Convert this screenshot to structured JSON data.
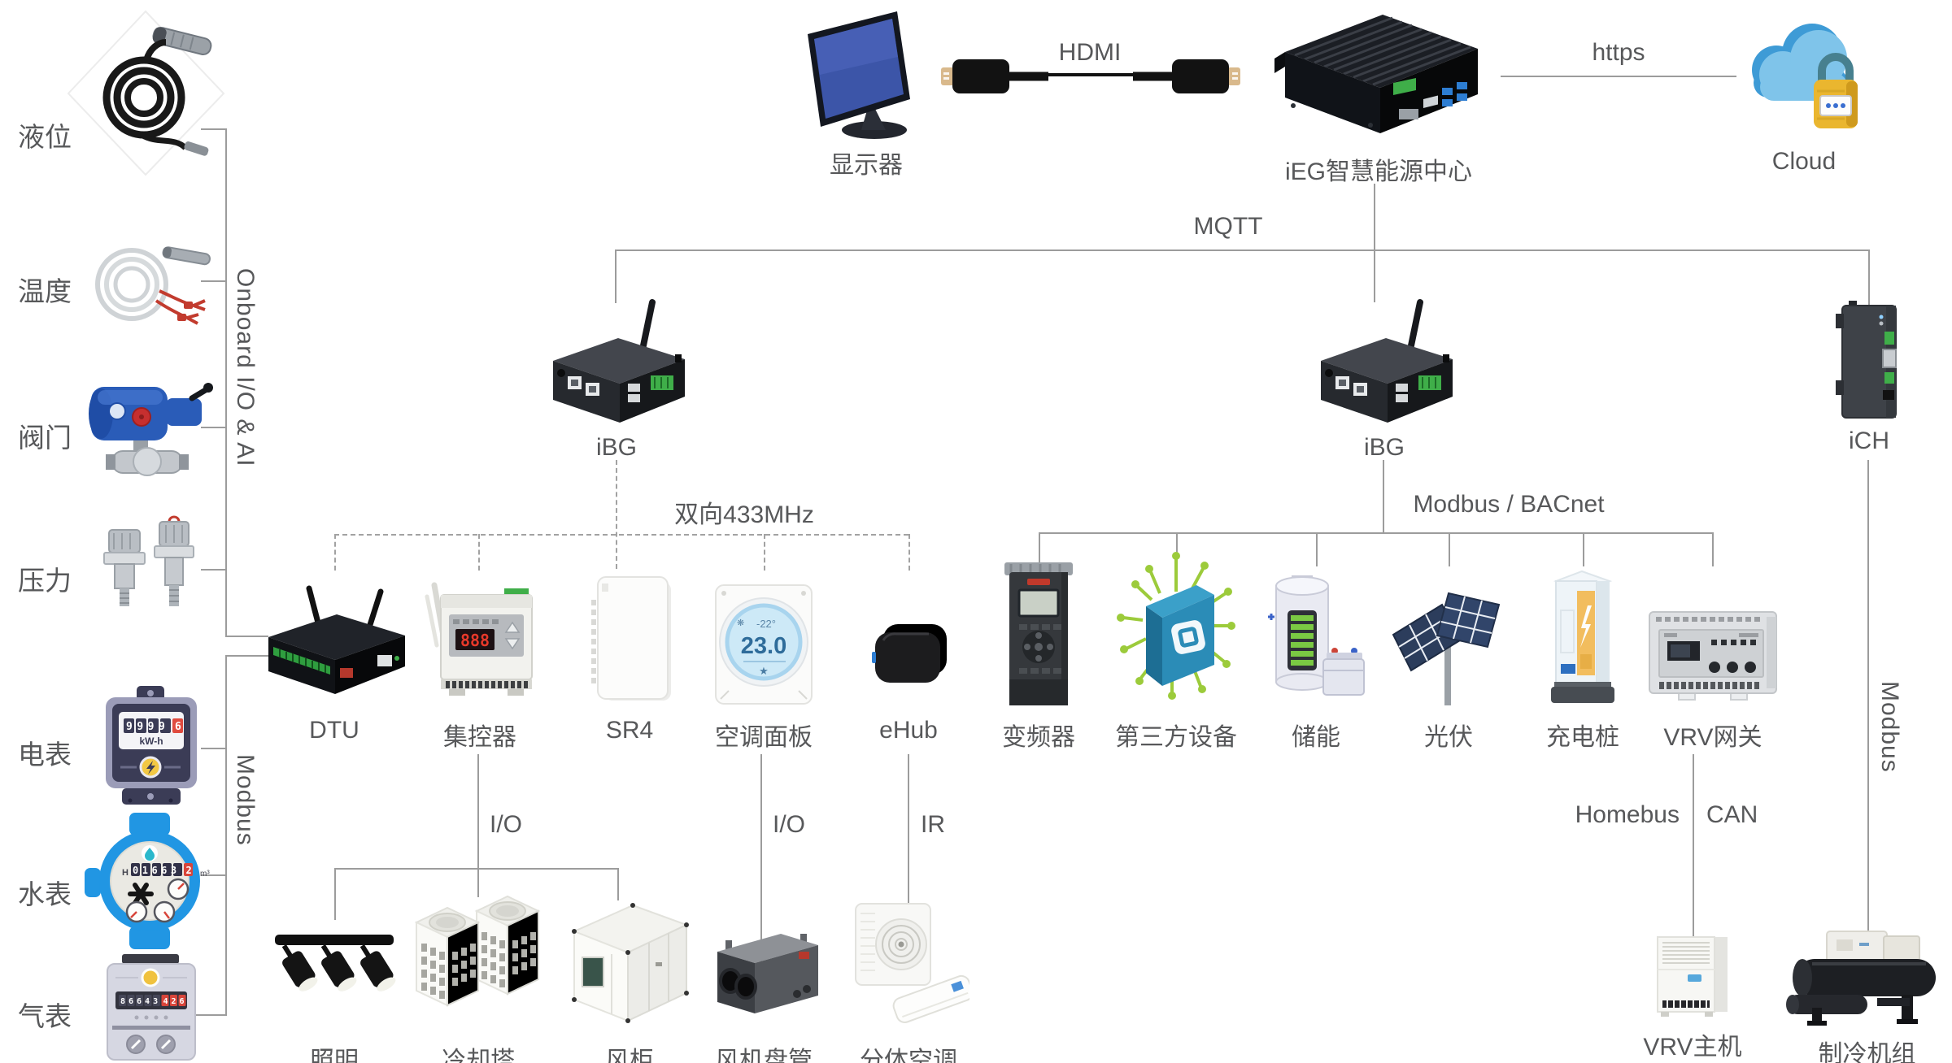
{
  "top_row": {
    "monitor": {
      "label": "显示器"
    },
    "hdmi_link": {
      "label": "HDMI"
    },
    "energy_center": {
      "label": "iEG智慧能源中心"
    },
    "https_link": {
      "label": "https"
    },
    "cloud": {
      "label": "Cloud"
    }
  },
  "backbone": {
    "mqtt_label": "MQTT",
    "ibg_left": {
      "label": "iBG"
    },
    "ibg_right": {
      "label": "iBG"
    },
    "ich": {
      "label": "iCH"
    }
  },
  "left_panel": {
    "onboard_bus_label": "Onboard I/O & AI",
    "modbus_bus_label": "Modbus",
    "sensors": [
      {
        "label": "液位"
      },
      {
        "label": "温度"
      },
      {
        "label": "阀门"
      },
      {
        "label": "压力"
      },
      {
        "label": "电表"
      },
      {
        "label": "水表"
      },
      {
        "label": "气表"
      }
    ]
  },
  "rf_link": {
    "label": "双向433MHz"
  },
  "field_link": {
    "label": "Modbus / BACnet"
  },
  "right_link": {
    "label": "Modbus"
  },
  "middle_devices": [
    {
      "label": "DTU"
    },
    {
      "label": "集控器"
    },
    {
      "label": "SR4"
    },
    {
      "label": "空调面板"
    },
    {
      "label": "eHub"
    },
    {
      "label": "变频器"
    },
    {
      "label": "第三方设备"
    },
    {
      "label": "储能"
    },
    {
      "label": "光伏"
    },
    {
      "label": "充电桩"
    },
    {
      "label": "VRV网关"
    }
  ],
  "sub_links": {
    "io_left": "I/O",
    "io_right": "I/O",
    "ir": "IR",
    "homebus": "Homebus",
    "can": "CAN"
  },
  "bottom_devices": [
    {
      "label": "照明"
    },
    {
      "label": "冷却塔"
    },
    {
      "label": "风柜"
    },
    {
      "label": "风机盘管"
    },
    {
      "label": "分体空调"
    },
    {
      "label": "VRV主机"
    },
    {
      "label": "制冷机组"
    }
  ],
  "device_readouts": {
    "controller_display": "888",
    "ac_panel_temp_small": "-22°",
    "ac_panel_temp_main": "23.0",
    "electric_meter_digits": "9999",
    "electric_meter_digits_red": "6",
    "electric_meter_unit": "kW-h",
    "water_meter_prefix": "H",
    "water_meter_digits": "01663",
    "water_meter_digits_red": "2",
    "water_meter_unit": "m³",
    "gas_meter_digits": "86643",
    "gas_meter_digits_red": "426"
  },
  "colors": {
    "line_gray": "#9c9c9c",
    "text_gray": "#57585a",
    "cloud_blue": "#7fc4ea",
    "lock_gold": "#eab62f",
    "screen_blue": "#3c55a8",
    "lcd_blue": "#cde9f7",
    "chip_teal": "#2b8cb7",
    "circuit_green": "#9ccb3b",
    "battery_green": "#7ac943",
    "charger_amber": "#f2bd5e",
    "water_blue": "#2196e3",
    "meter_navy": "#3b3c56",
    "digit_red": "#e04b3f",
    "terminal_green": "#3fae49"
  }
}
